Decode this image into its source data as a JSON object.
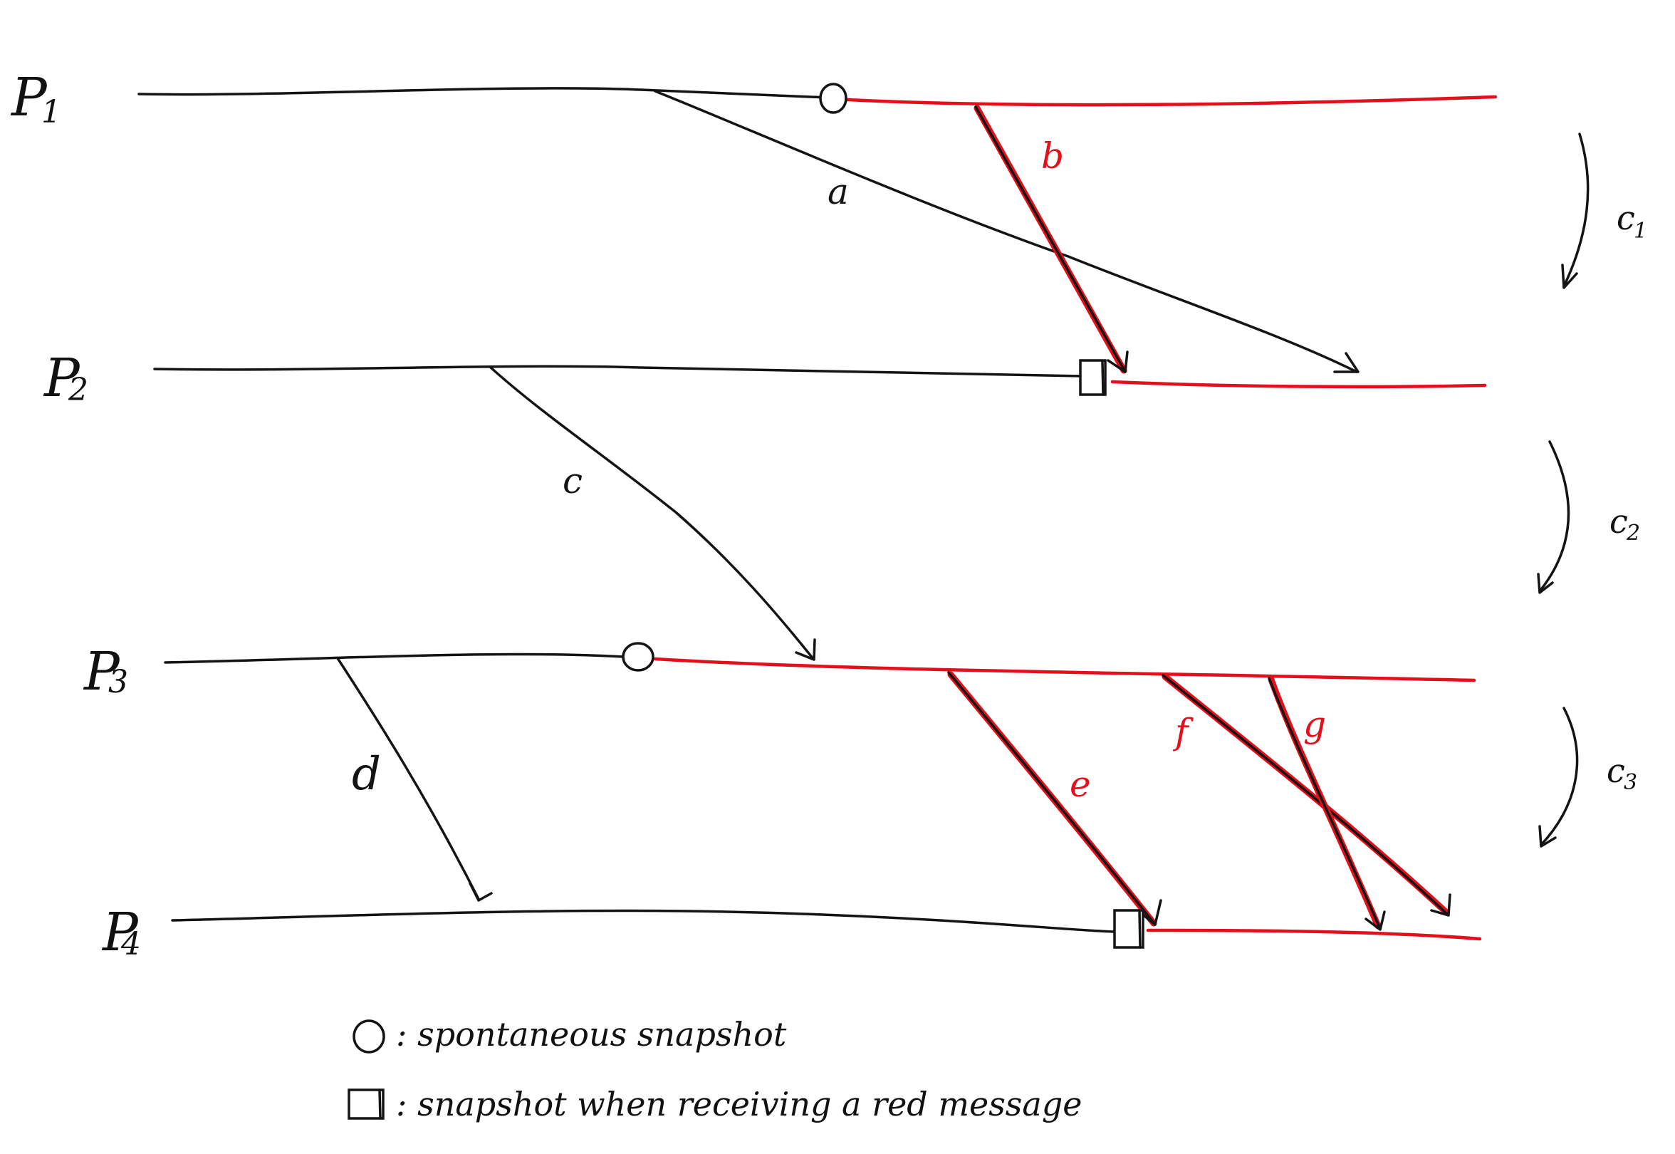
{
  "processes": [
    {
      "id": "P1",
      "letter": "P",
      "sub": "1"
    },
    {
      "id": "P2",
      "letter": "P",
      "sub": "2"
    },
    {
      "id": "P3",
      "letter": "P",
      "sub": "3"
    },
    {
      "id": "P4",
      "letter": "P",
      "sub": "4"
    }
  ],
  "messages": [
    {
      "label": "a",
      "from": "P1",
      "to": "P2",
      "color": "black"
    },
    {
      "label": "b",
      "from": "P1",
      "to": "P2",
      "color": "red"
    },
    {
      "label": "c",
      "from": "P2",
      "to": "P3",
      "color": "black"
    },
    {
      "label": "d",
      "from": "P3",
      "to": "P4",
      "color": "black"
    },
    {
      "label": "e",
      "from": "P3",
      "to": "P4",
      "color": "red"
    },
    {
      "label": "f",
      "from": "P3",
      "to": "P4",
      "color": "red"
    },
    {
      "label": "g",
      "from": "P3",
      "to": "P4",
      "color": "red"
    }
  ],
  "channels": [
    {
      "letter": "c",
      "sub": "1"
    },
    {
      "letter": "c",
      "sub": "2"
    },
    {
      "letter": "c",
      "sub": "3"
    }
  ],
  "legend": {
    "circle_text": ": spontaneous snapshot",
    "square_text": ": snapshot when receiving a red message"
  },
  "colors": {
    "red": "#e3101c",
    "black": "#141414"
  }
}
